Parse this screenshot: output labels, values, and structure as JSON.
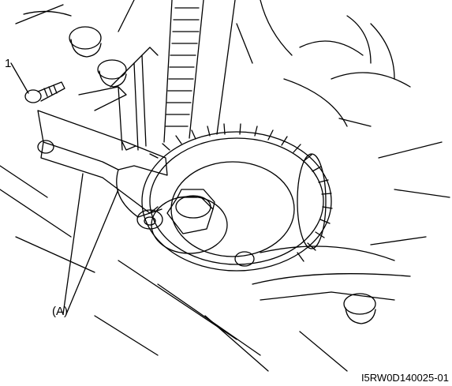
{
  "labels": {
    "callout_1": "1",
    "callout_a": "(A)",
    "figure_id": "I5RW0D140025-01"
  },
  "colors": {
    "ink": "#000000",
    "paper": "#ffffff"
  }
}
